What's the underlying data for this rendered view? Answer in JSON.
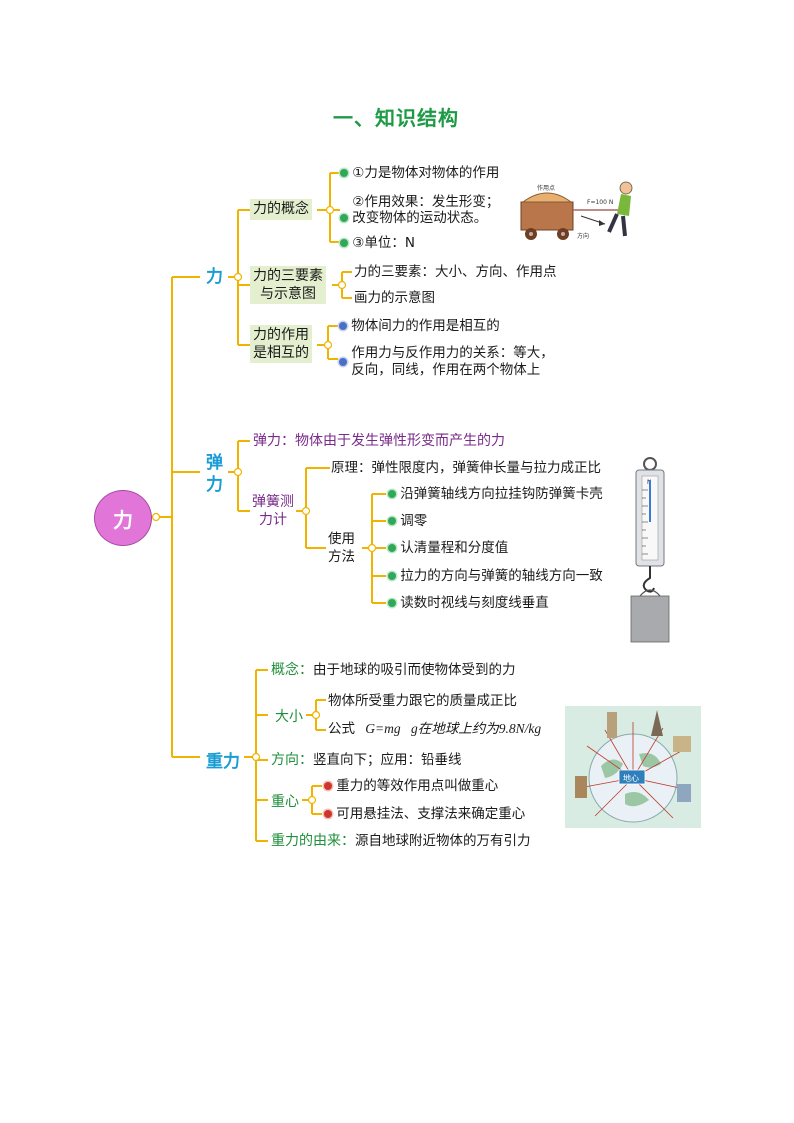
{
  "title": "一、知识结构",
  "root": "力",
  "force": {
    "label": "力",
    "concept": {
      "label": "力的概念",
      "items": [
        "①力是物体对物体的作用",
        "②作用效果：发生形变；",
        "改变物体的运动状态。",
        "③单位：N"
      ],
      "figure": {
        "point_label": "作用点",
        "force_label": "F=100 N",
        "dir_label": "方向"
      }
    },
    "three_elements": {
      "label_1": "力的三要素",
      "label_2": "与示意图",
      "items": [
        "力的三要素：大小、方向、作用点",
        "画力的示意图"
      ]
    },
    "mutual": {
      "label_1": "力的作用",
      "label_2": "是相互的",
      "items": [
        "物体间力的作用是相互的",
        "作用力与反作用力的关系：等大，",
        "反向，同线，作用在两个物体上"
      ]
    }
  },
  "elastic": {
    "label_1": "弹",
    "label_2": "力",
    "definition": "弹力：物体由于发生弹性形变而产生的力",
    "meter": {
      "label_1": "弹簧测",
      "label_2": "力计",
      "principle": "原理：弹性限度内，弹簧伸长量与拉力成正比",
      "usage_label_1": "使用",
      "usage_label_2": "方法",
      "usage": [
        "沿弹簧轴线方向拉挂钩防弹簧卡壳",
        "调零",
        "认清量程和分度值",
        "拉力的方向与弹簧的轴线方向一致",
        "读数时视线与刻度线垂直"
      ],
      "scale_unit": "N"
    }
  },
  "gravity": {
    "label": "重力",
    "concept": {
      "key": "概念：",
      "text": "由于地球的吸引而使物体受到的力"
    },
    "size": {
      "key": "大小",
      "items": [
        "物体所受重力跟它的质量成正比"
      ],
      "formula_prefix": "公式",
      "formula": "G=mg",
      "formula_suffix": "g在地球上约为9.8N/kg"
    },
    "direction": {
      "key": "方向：",
      "text": "竖直向下；应用：铅垂线"
    },
    "center": {
      "key": "重心",
      "items": [
        "重力的等效作用点叫做重心",
        "可用悬挂法、支撑法来确定重心"
      ]
    },
    "origin": {
      "key": "重力的由来：",
      "text": "源自地球附近物体的万有引力"
    },
    "globe_label": "地心"
  },
  "colors": {
    "branch": "#f0b400",
    "title": "#1e9a46",
    "label_blue": "#1a9cd6",
    "root_fill": "#e276d8"
  }
}
